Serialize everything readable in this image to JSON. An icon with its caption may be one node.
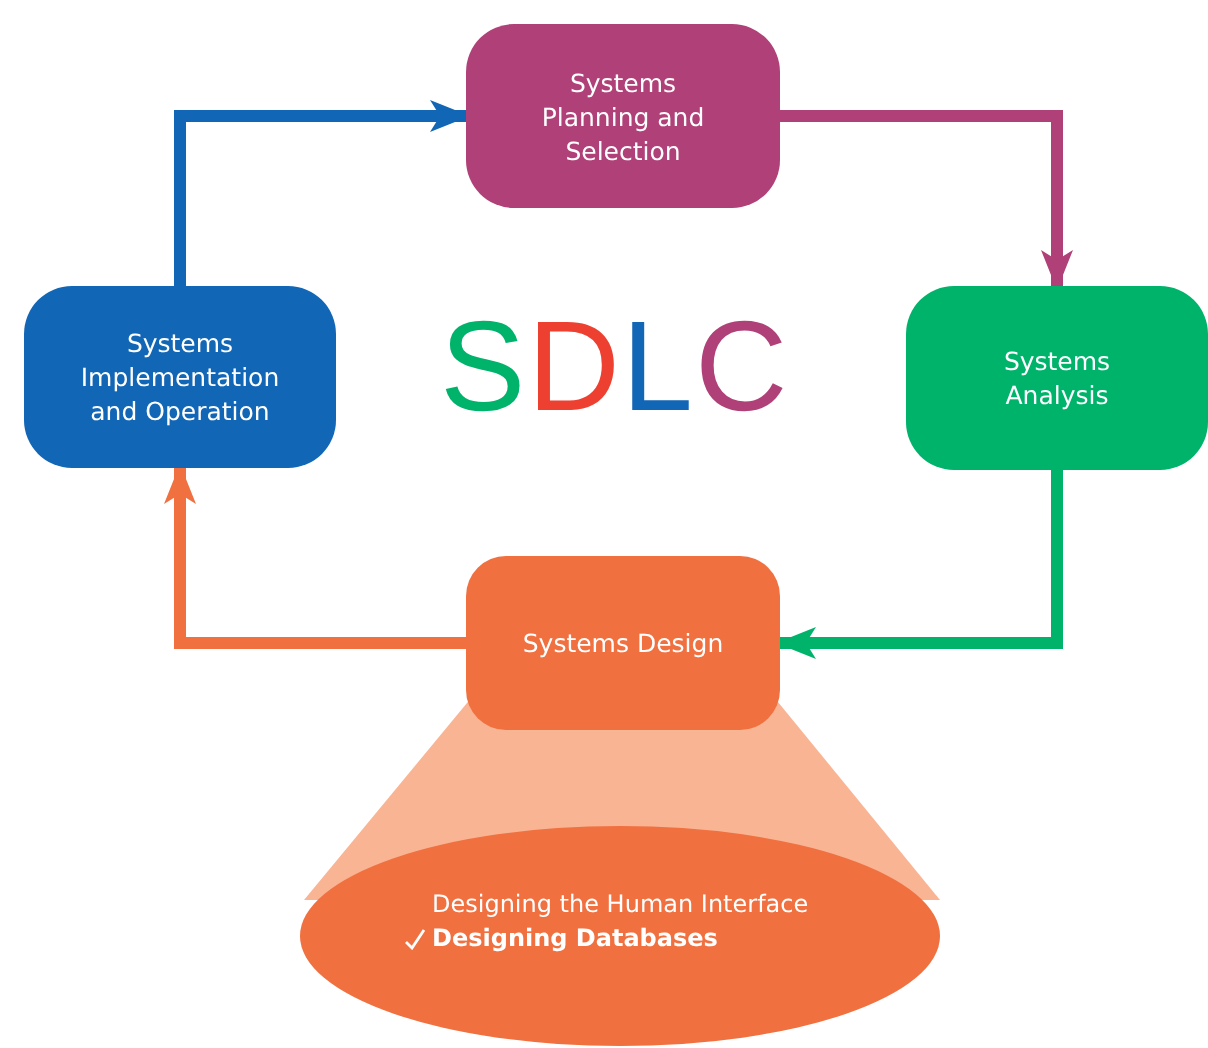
{
  "diagram": {
    "title": "SDLC",
    "nodes": [
      {
        "text": [
          "Systems Planning and Selection"
        ]
      },
      {
        "text": [
          "Systems Analysis"
        ]
      },
      {
        "text": [
          "Systems Design"
        ]
      },
      {
        "text": [
          "Systems Implementation and Operation"
        ]
      },
      {
        "text": [
          "Designing the Human Interface",
          "Designing Databases"
        ]
      }
    ],
    "edges": [
      {
        "from": 3,
        "to": 0,
        "arrow": "to",
        "color": "#1166b5"
      },
      {
        "from": 0,
        "to": 1,
        "arrow": "to",
        "color": "#b04078"
      },
      {
        "from": 1,
        "to": 2,
        "arrow": "to",
        "color": "#00b36b"
      },
      {
        "from": 2,
        "to": 3,
        "arrow": "to",
        "color": "#f07040"
      }
    ]
  }
}
